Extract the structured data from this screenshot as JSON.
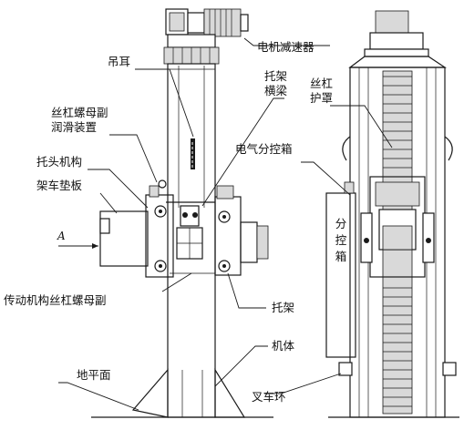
{
  "labels": {
    "motor_reducer": "电机减速器",
    "lifting_lug": "吊耳",
    "nut_lube_line1": "丝杠螺母副",
    "nut_lube_line2": "润滑装置",
    "head_mechanism": "托头机构",
    "frame_pad": "架车垫板",
    "bracket_beam_line1": "托架",
    "bracket_beam_line2": "横梁",
    "screw_guard_line1": "丝杠",
    "screw_guard_line2": "护罩",
    "elec_box": "电气分控箱",
    "sub_box_v1": "分",
    "sub_box_v2": "控",
    "sub_box_v3": "箱",
    "drive_screw_nut": "传动机构丝杠螺母副",
    "bracket": "托架",
    "body": "机体",
    "ground": "地平面",
    "fork_ring": "叉车环",
    "view_arrow": "A"
  }
}
